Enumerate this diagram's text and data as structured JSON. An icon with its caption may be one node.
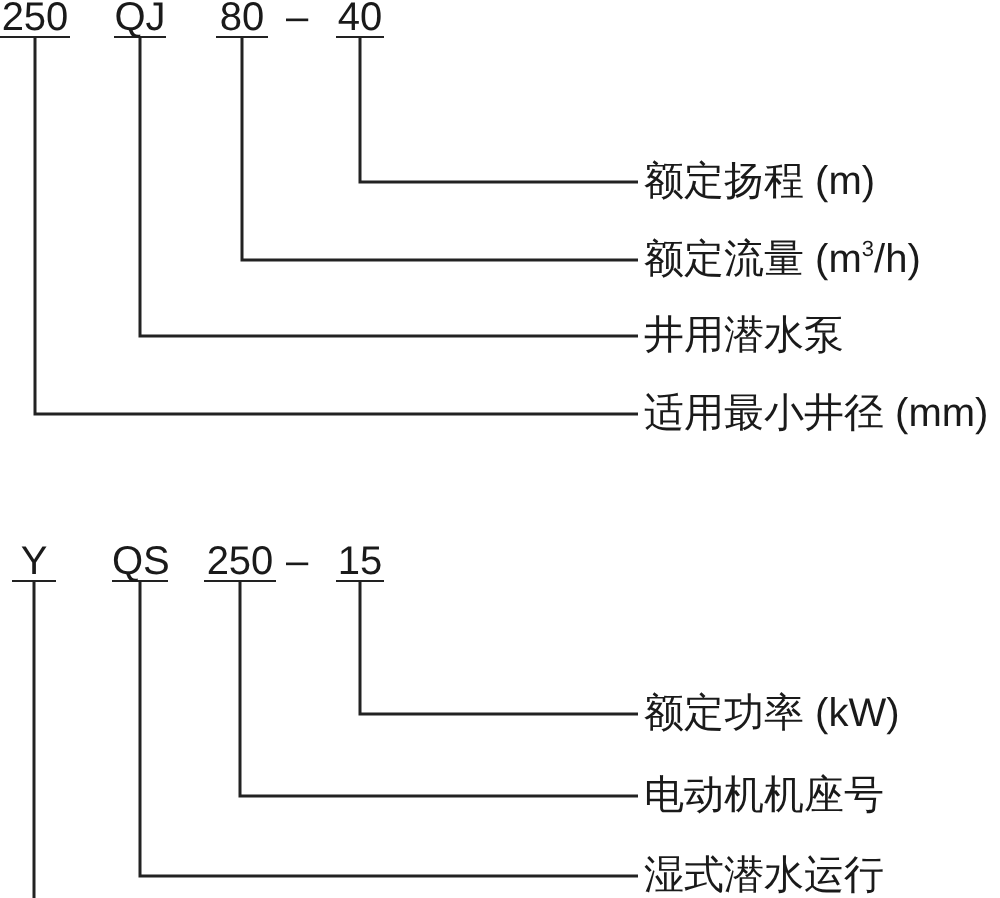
{
  "diagram": {
    "nodes": [
      {
        "text": [
          "250"
        ]
      },
      {
        "text": [
          "QJ"
        ]
      },
      {
        "text": [
          "80"
        ]
      },
      {
        "text": [
          "40"
        ]
      },
      {
        "text": [
          "额定扬程 (m)"
        ]
      },
      {
        "text": [
          "额定流量 (m$^{3}$/h)"
        ]
      },
      {
        "text": [
          "井用潜水泵"
        ]
      },
      {
        "text": [
          "适用最小井径 (mm)"
        ]
      },
      {
        "text": [
          "Y"
        ]
      },
      {
        "text": [
          "QS"
        ]
      },
      {
        "text": [
          "250"
        ]
      },
      {
        "text": [
          "15"
        ]
      },
      {
        "text": [
          "额定功率 (kW)"
        ]
      },
      {
        "text": [
          "电动机机座号"
        ]
      },
      {
        "text": [
          "湿式潜水运行"
        ]
      }
    ],
    "edges": [
      {
        "from": 3,
        "to": 4,
        "arrow": "none"
      },
      {
        "from": 2,
        "to": 5,
        "arrow": "none"
      },
      {
        "from": 1,
        "to": 6,
        "arrow": "none"
      },
      {
        "from": 0,
        "to": 7,
        "arrow": "none"
      },
      {
        "from": 11,
        "to": 12,
        "arrow": "none"
      },
      {
        "from": 10,
        "to": 13,
        "arrow": "none"
      },
      {
        "from": 9,
        "to": 14,
        "arrow": "none"
      },
      {
        "from": 8,
        "to": null,
        "arrow": "none"
      }
    ],
    "labels": [
      "–",
      "–"
    ]
  }
}
